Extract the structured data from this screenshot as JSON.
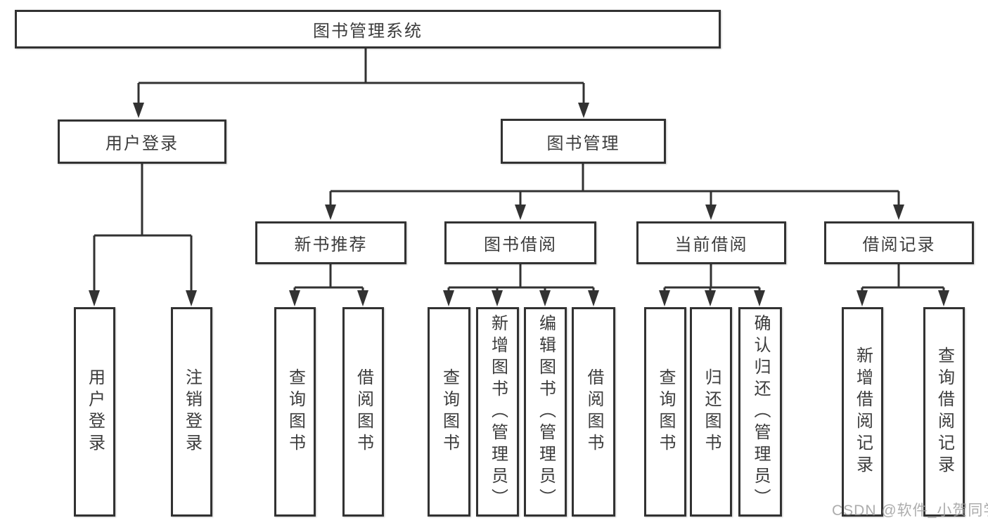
{
  "nodes": {
    "root": "图书管理系统",
    "user_login": "用户登录",
    "book_management": "图书管理",
    "new_book_recommend": "新书推荐",
    "book_borrow": "图书借阅",
    "current_borrow": "当前借阅",
    "borrow_records": "借阅记录"
  },
  "leaves": {
    "login": [
      "用户登录",
      "注销登录"
    ],
    "recommend": [
      "查询图书",
      "借阅图书"
    ],
    "borrow": [
      "查询图书",
      "新增图书（管理员）",
      "编辑图书（管理员）",
      "借阅图书"
    ],
    "current": [
      "查询图书",
      "归还图书",
      "确认归还（管理员）"
    ],
    "records": [
      "新增借阅记录",
      "查询借阅记录"
    ]
  },
  "watermark": "CSDN @软件_小贺同学",
  "colors": {
    "line": "#323232",
    "text": "#3c3c3c",
    "watermark": "#9e9e9e"
  }
}
